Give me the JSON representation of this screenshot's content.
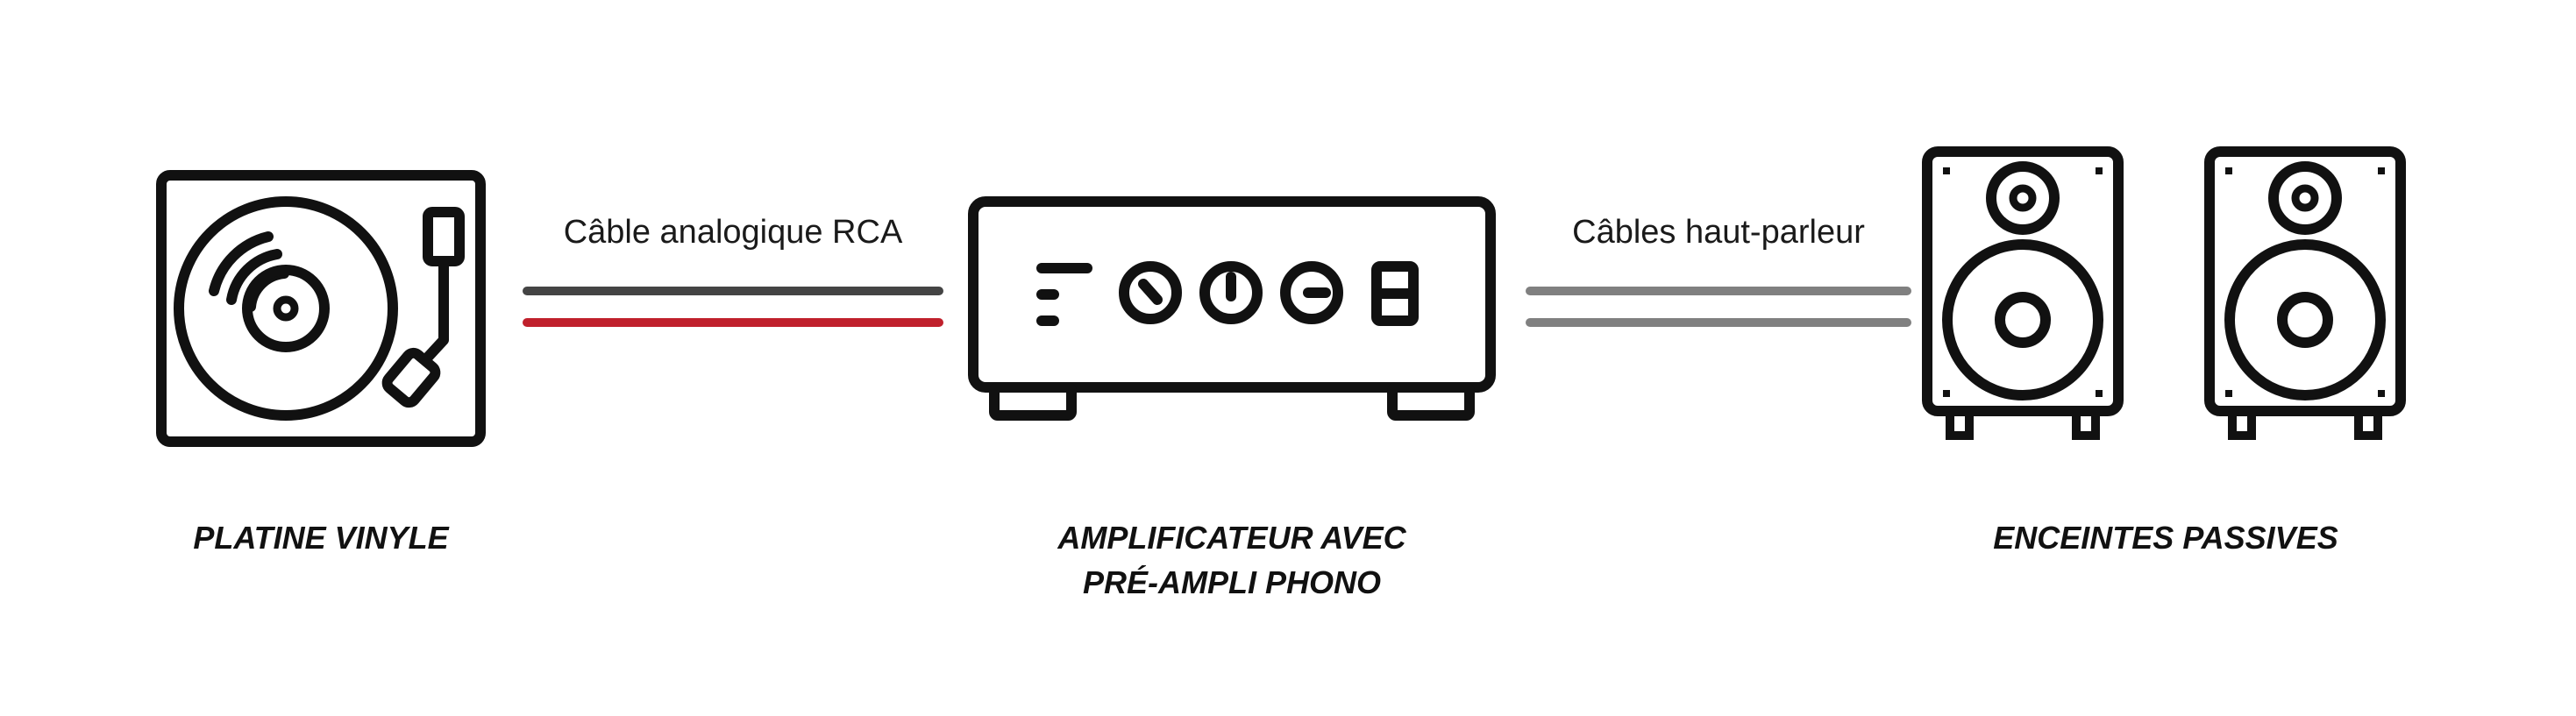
{
  "cables": {
    "rca": {
      "label": "Câble analogique RCA",
      "colors": [
        "#444444",
        "#c0202c"
      ]
    },
    "speaker": {
      "label": "Câbles haut-parleur",
      "colors": [
        "#808080",
        "#808080"
      ]
    }
  },
  "devices": {
    "turntable": {
      "label_line1": "PLATINE VINYLE",
      "icon": "turntable-icon"
    },
    "amplifier": {
      "label_line1": "AMPLIFICATEUR AVEC",
      "label_line2": "PRÉ-AMPLI PHONO",
      "icon": "amplifier-icon"
    },
    "speakers": {
      "label_line1": "ENCEINTES PASSIVES",
      "icon": "speakers-icon"
    }
  },
  "colors": {
    "outline": "#111111"
  }
}
